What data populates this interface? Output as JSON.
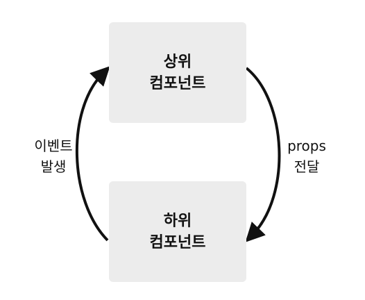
{
  "nodes": {
    "parent": {
      "line1": "상위",
      "line2": "컴포넌트"
    },
    "child": {
      "line1": "하위",
      "line2": "컴포넌트"
    }
  },
  "edges": {
    "props": {
      "line1": "props",
      "line2": "전달"
    },
    "event": {
      "line1": "이벤트",
      "line2": "발생"
    }
  },
  "colors": {
    "node_fill": "#ececec",
    "arrow": "#111111",
    "text": "#111111"
  }
}
